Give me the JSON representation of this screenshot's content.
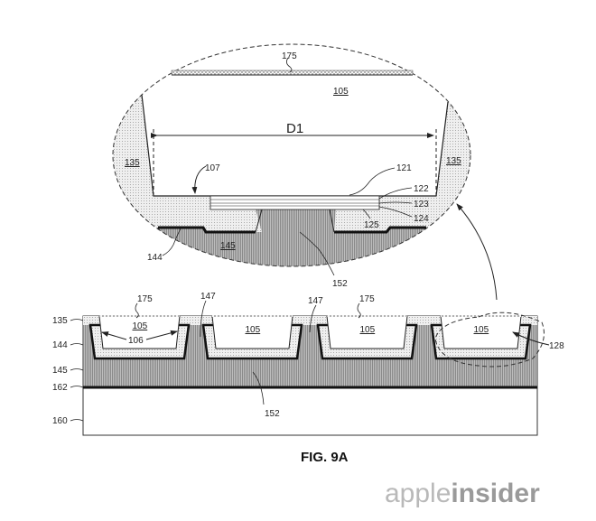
{
  "figure": {
    "caption": "FIG. 9A",
    "watermark": {
      "part1": "apple",
      "part2": "insider"
    },
    "detail_view": {
      "labels": {
        "l175": "175",
        "l105": "105",
        "d1": "D1",
        "l135a": "135",
        "l135b": "135",
        "l107": "107",
        "l121": "121",
        "l122": "122",
        "l123": "123",
        "l124": "124",
        "l125": "125",
        "l145": "145",
        "l144": "144",
        "l152": "152"
      }
    },
    "cross_section": {
      "side_labels": {
        "l135": "135",
        "l144": "144",
        "l145": "145",
        "l162": "162",
        "l160": "160"
      },
      "chips": [
        "105",
        "105",
        "105",
        "105"
      ],
      "labels": {
        "l175a": "175",
        "l175b": "175",
        "l147a": "147",
        "l147b": "147",
        "l106": "106",
        "l128": "128",
        "l152": "152"
      }
    },
    "colors": {
      "ink": "#222222",
      "dark_fill": "#9c9c9c",
      "light_fill": "#e4e4e4"
    }
  }
}
